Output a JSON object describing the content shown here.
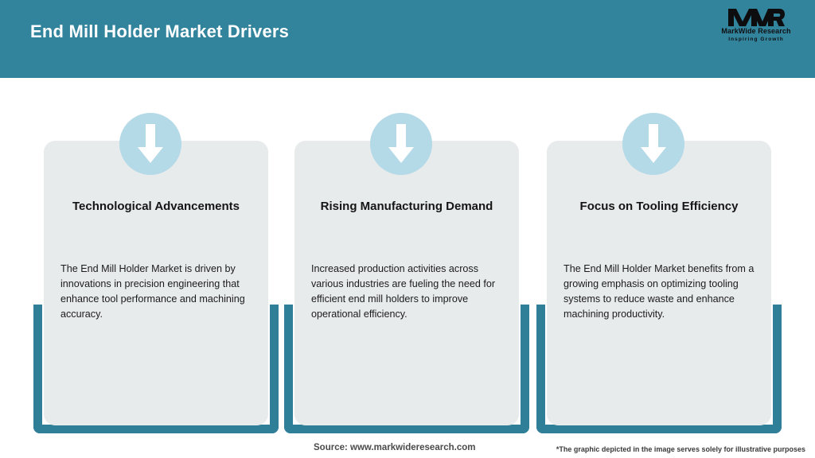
{
  "header": {
    "title": "End Mill Holder Market Drivers",
    "background_color": "#32849c",
    "title_color": "#ffffff"
  },
  "logo": {
    "mark": "MWR",
    "name": "MarkWide Research",
    "tagline": "Inspiring Growth"
  },
  "theme": {
    "teal": "#2e7f97",
    "card_bg": "#e8ebec",
    "badge_blue": "#b4d9e7",
    "page_bg": "#ffffff"
  },
  "cards": [
    {
      "icon": "arrow-down-icon",
      "title": "Technological Advancements",
      "body": "The End Mill Holder Market is driven by innovations in precision engineering that enhance tool performance and machining accuracy."
    },
    {
      "icon": "arrow-down-icon",
      "title": "Rising Manufacturing Demand",
      "body": "Increased production activities across various industries are fueling the need for efficient end mill holders to improve operational efficiency."
    },
    {
      "icon": "arrow-down-icon",
      "title": "Focus on Tooling Efficiency",
      "body": "The End Mill Holder Market benefits from a growing emphasis on optimizing tooling systems to reduce waste and enhance machining productivity."
    }
  ],
  "footer": {
    "source": "Source: www.markwideresearch.com",
    "disclaimer": "*The graphic depicted in the image serves solely for illustrative purposes"
  }
}
